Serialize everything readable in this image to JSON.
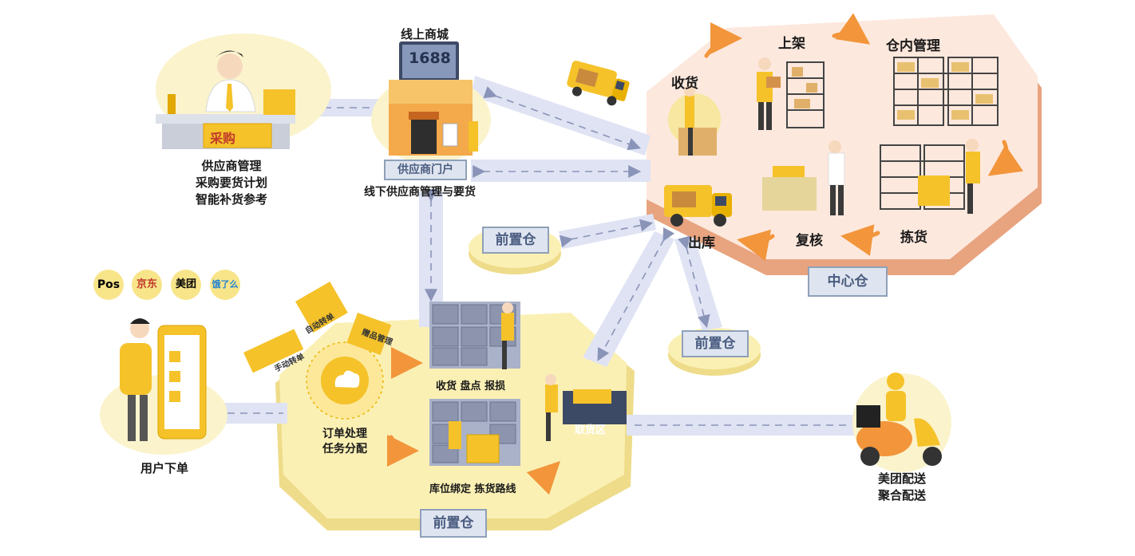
{
  "online_mall": {
    "title": "线上商城",
    "screen_text": "1688"
  },
  "procurement": {
    "sign": "采购",
    "lines": [
      "供应商管理",
      "采购要货计划",
      "智能补货参考"
    ]
  },
  "supplier_portal": {
    "box": "供应商门户",
    "caption": "线下供应商管理与要货"
  },
  "central_warehouse": {
    "box": "中心仓",
    "steps": {
      "receive": "收货",
      "shelve": "上架",
      "manage": "仓内管理",
      "pick": "拣货",
      "check": "复核",
      "outbound": "出库"
    }
  },
  "front_warehouses": {
    "upper": "前置仓",
    "right": "前置仓",
    "main": "前置仓"
  },
  "order_channels": [
    "Pos",
    "京东",
    "美团",
    "饿了么"
  ],
  "user_order": {
    "label": "用户下单"
  },
  "order_tags": {
    "manual": "手动转单",
    "auto": "自动转单",
    "gift": "赠品管理"
  },
  "order_processing": [
    "订单处理",
    "任务分配"
  ],
  "store_ops": {
    "receive_row": [
      "收货",
      "盘点",
      "报损"
    ],
    "binding_row": [
      "库位绑定",
      "拣货路线"
    ],
    "pickup_area": "取货区"
  },
  "delivery": {
    "lines": [
      "美团配送",
      "聚合配送"
    ]
  },
  "colors": {
    "yellow": "#f5c22a",
    "light_yellow": "#fbf0b4",
    "peach": "#fde8dd",
    "peach_edge": "#e8a37f",
    "flow": "#dfe3f3",
    "box_border": "#8fa0b8",
    "arrow_orange": "#f2953b"
  }
}
